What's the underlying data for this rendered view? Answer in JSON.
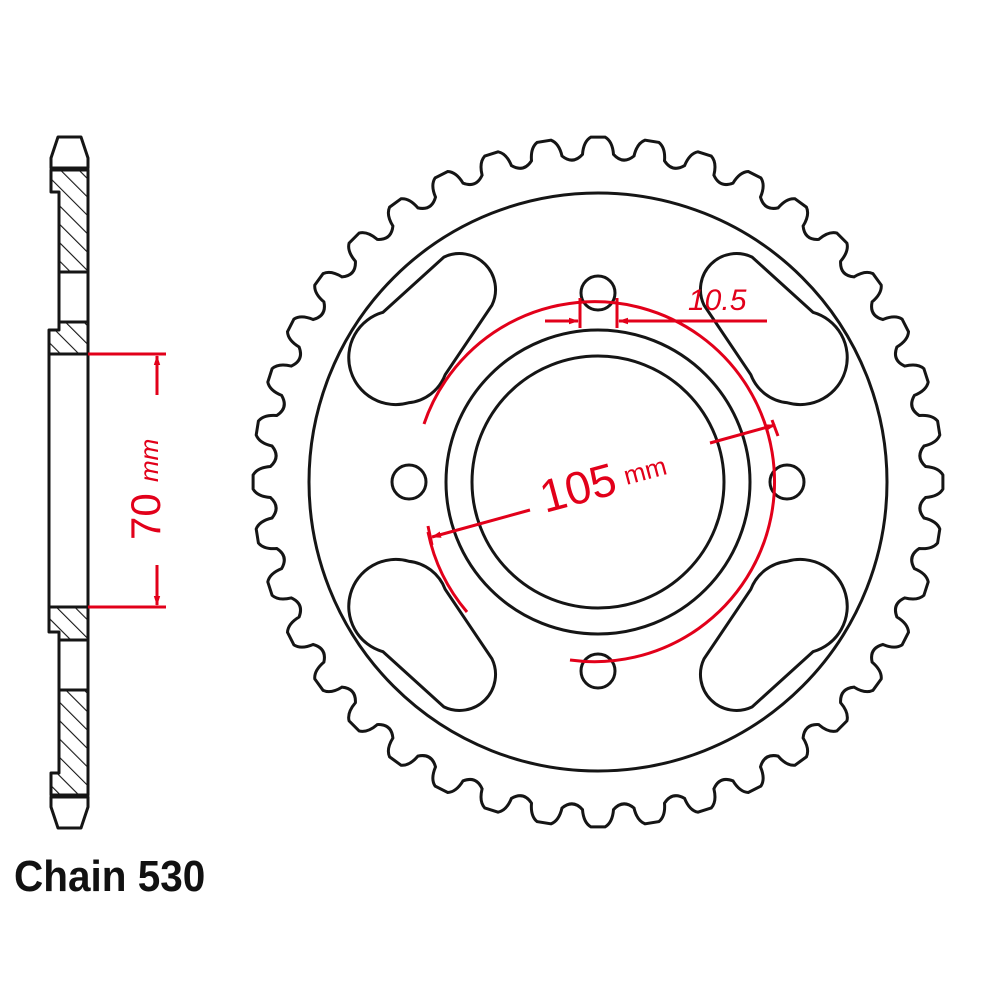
{
  "caption": "Chain 530",
  "dimensions": {
    "hub_bore": {
      "value": "70",
      "unit": "mm"
    },
    "pcd": {
      "value": "105",
      "unit": "mm"
    },
    "bolt_hole": {
      "value": "10.5"
    }
  },
  "sprocket": {
    "teeth": 40,
    "bolt_holes": 4,
    "lightening_slots": 4
  },
  "colors": {
    "line": "#151515",
    "dimension": "#e2001a",
    "background": "#ffffff"
  }
}
